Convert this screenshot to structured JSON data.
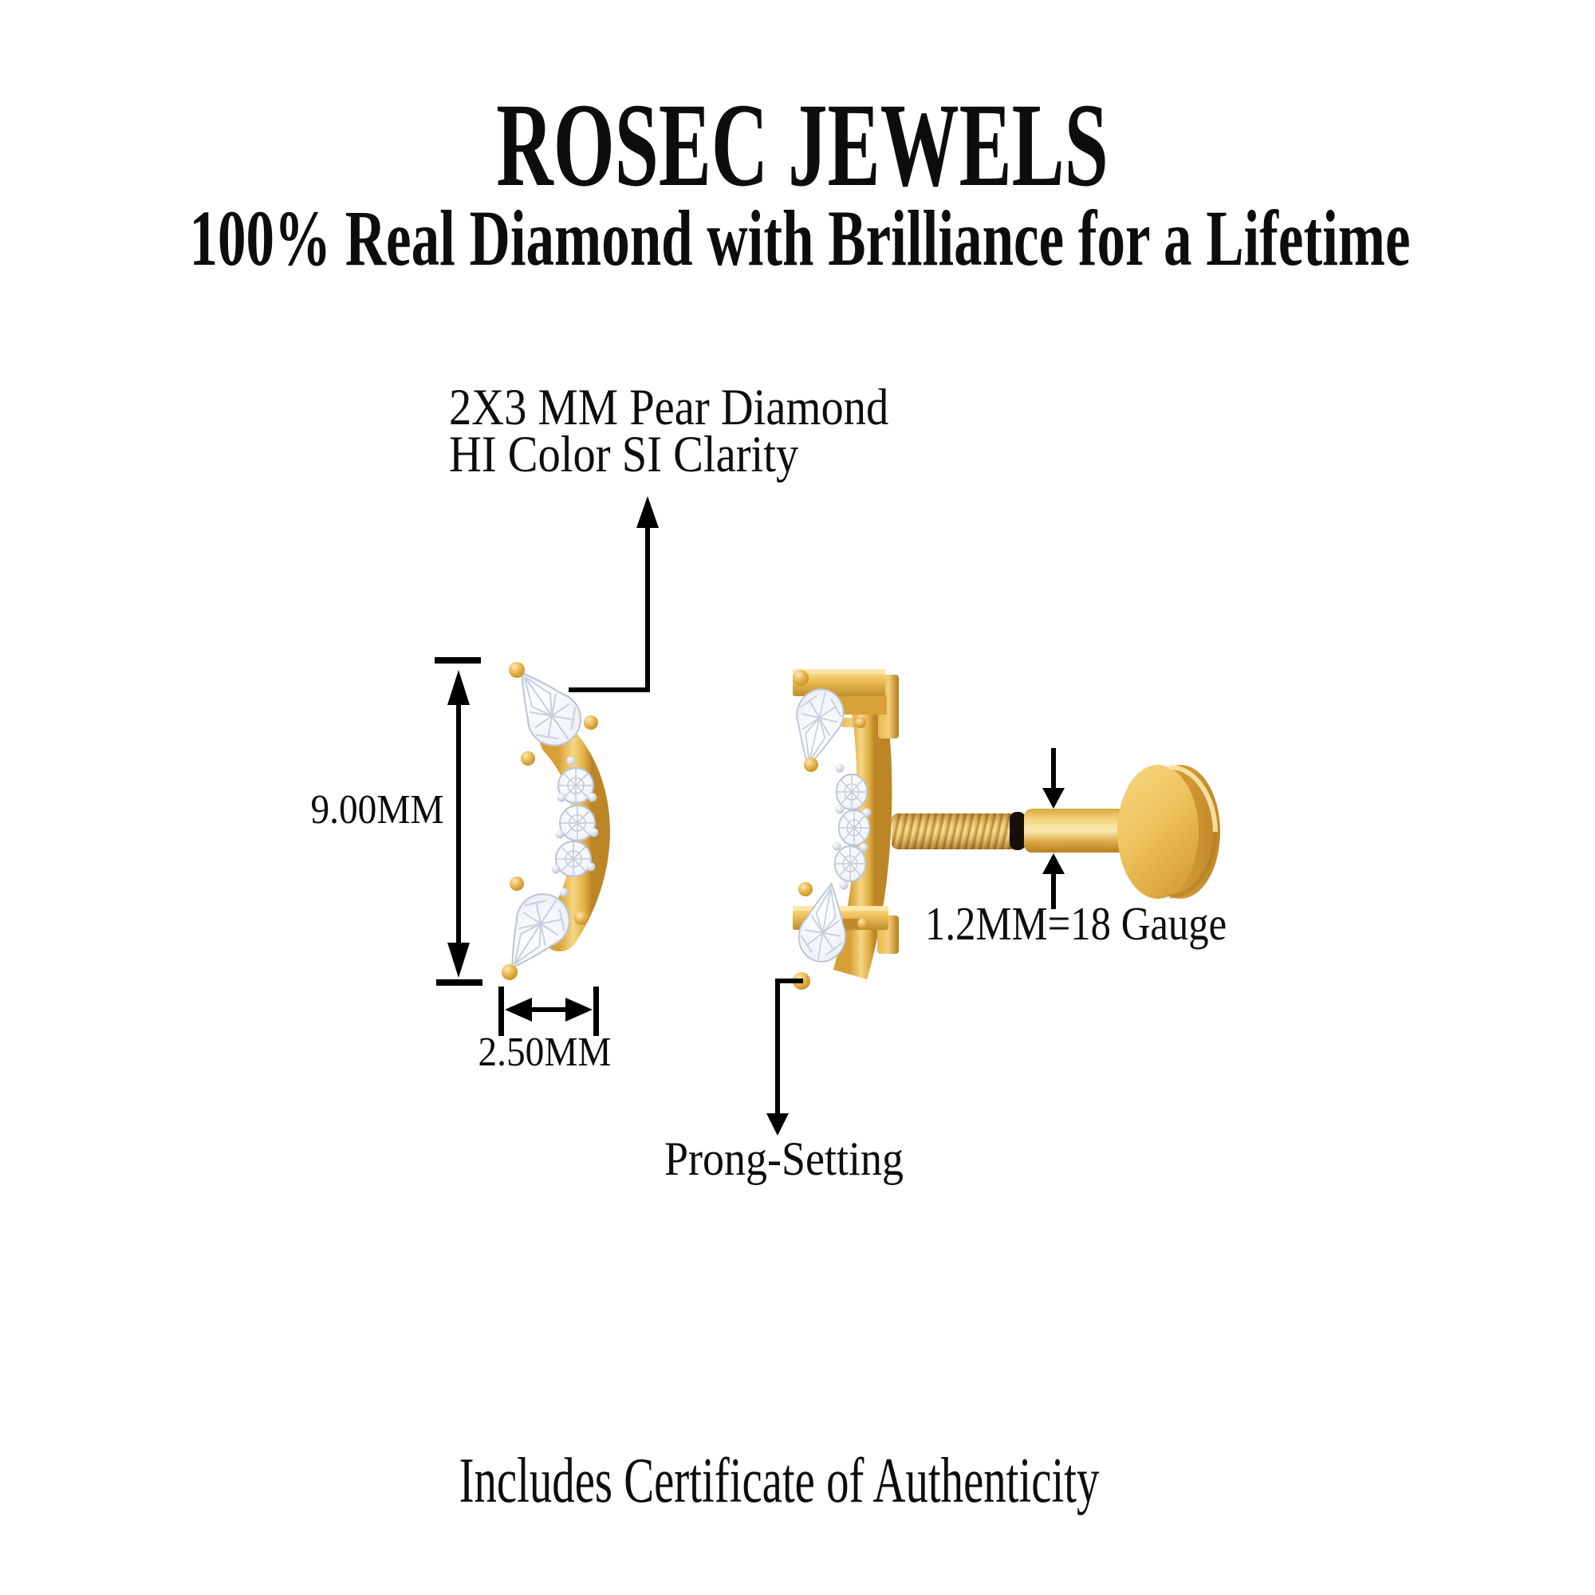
{
  "brand": {
    "name": "ROSEC JEWELS",
    "tagline": "100% Real Diamond with Brilliance for a Lifetime"
  },
  "callouts": {
    "stone_line1": "2X3 MM Pear Diamond",
    "stone_line2": "HI Color SI Clarity",
    "height": "9.00MM",
    "width": "2.50MM",
    "gauge": "1.2MM=18 Gauge",
    "setting": "Prong-Setting"
  },
  "footer": {
    "certificate": "Includes Certificate of Authenticity"
  },
  "colors": {
    "background": "#FFFFFF",
    "text": "#0D0D0D",
    "annotation_line": "#000000",
    "gold": "#EDBC56",
    "gold_dark": "#C08A2E",
    "gold_light": "#F9DFA0",
    "diamond": "#F2F5FA",
    "diamond_edge": "#B9C4D3"
  }
}
